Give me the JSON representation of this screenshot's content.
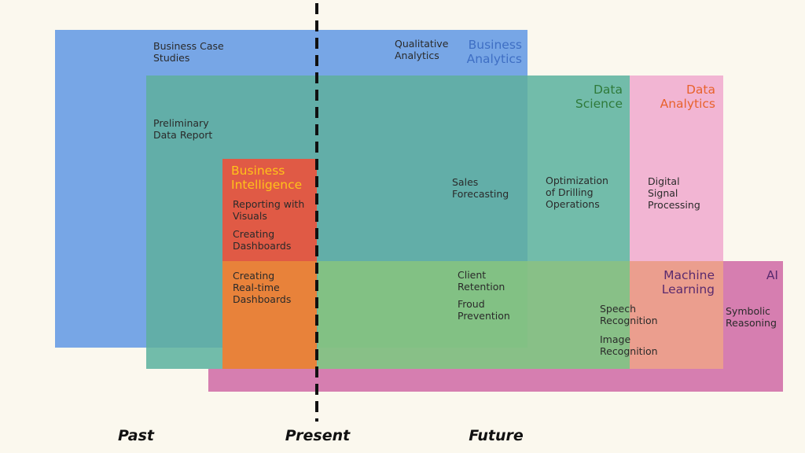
{
  "regions": {
    "business_analytics": {
      "title": "Business\nAnalytics",
      "color": "#3f6fc4",
      "items": [
        "Business Case\nStudies",
        "Qualitative\nAnalytics"
      ]
    },
    "data_science": {
      "title": "Data\nScience",
      "color": "#2f7a3a",
      "items": [
        "Preliminary\nData Report",
        "Sales\nForecasting",
        "Optimization\nof Drilling\nOperations"
      ]
    },
    "data_analytics": {
      "title": "Data\nAnalytics",
      "color": "#e8622c",
      "items": [
        "Digital\nSignal\nProcessing"
      ]
    },
    "business_intelligence": {
      "title": "Business\nIntelligence",
      "color": "#ffc21a",
      "items": [
        "Reporting with\nVisuals",
        "Creating\nDashboards",
        "Creating\nReal-time\nDashboards"
      ]
    },
    "machine_learning": {
      "title": "Machine\nLearning",
      "color": "#5a2a6e",
      "items": [
        "Client\nRetention",
        "Froud\nPrevention",
        "Speech\nRecognition",
        "Image\nRecognition"
      ]
    },
    "ai": {
      "title": "AI",
      "color": "#5a2a6e",
      "items": [
        "Symbolic\nReasoning"
      ]
    }
  },
  "timeline": {
    "past": "Past",
    "present": "Present",
    "future": "Future"
  }
}
